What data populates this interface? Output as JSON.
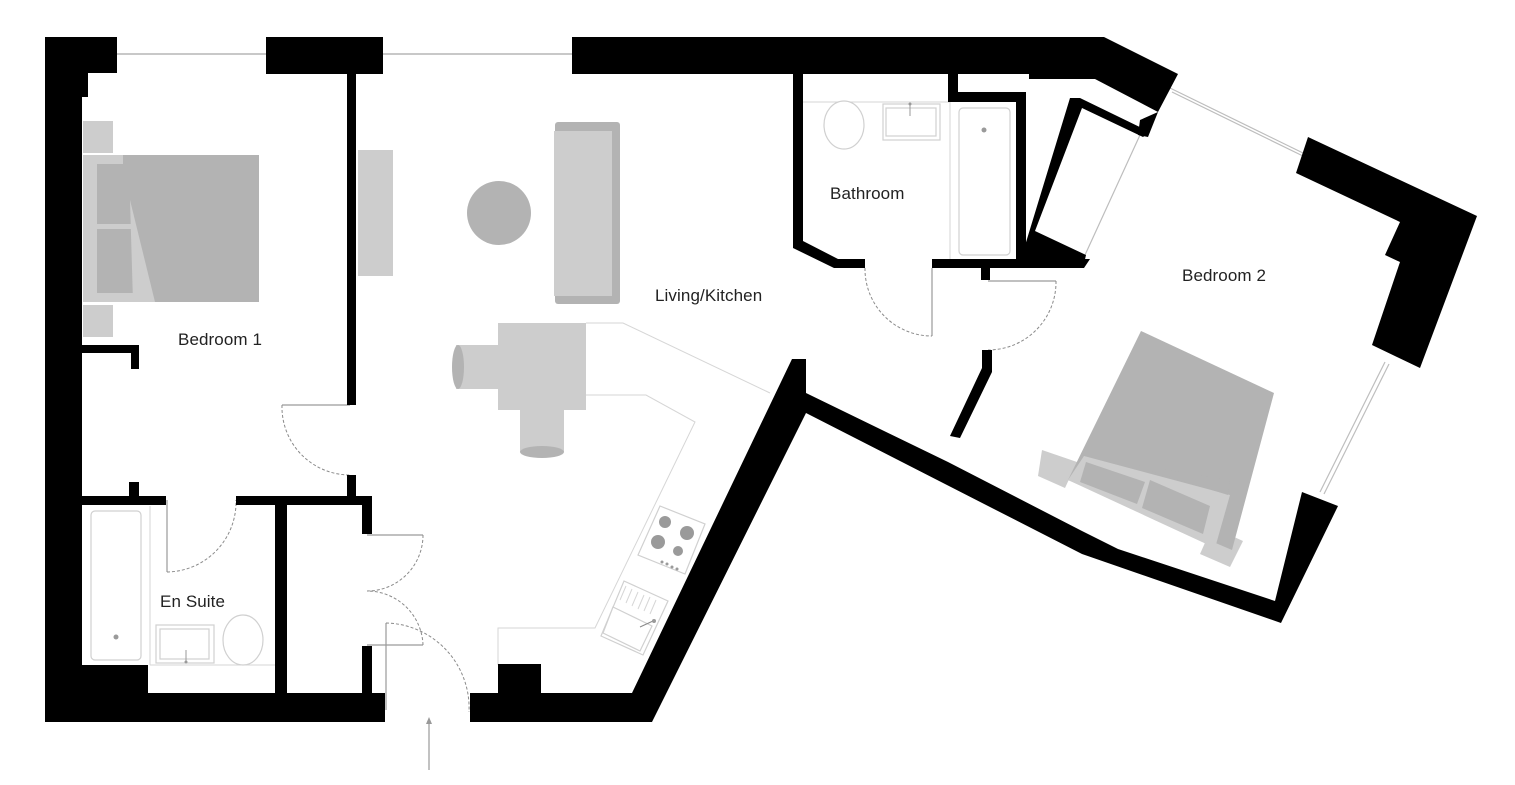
{
  "plan": {
    "rooms": [
      {
        "id": "bedroom-1",
        "label": "Bedroom 1"
      },
      {
        "id": "en-suite",
        "label": "En Suite"
      },
      {
        "id": "living-kitchen",
        "label": "Living/Kitchen"
      },
      {
        "id": "bathroom",
        "label": "Bathroom"
      },
      {
        "id": "bedroom-2",
        "label": "Bedroom 2"
      }
    ],
    "entrance": {
      "icon": "arrow-up-icon"
    }
  },
  "colors": {
    "wall": "#000000",
    "furniture_light": "#cdcdcd",
    "furniture_mid": "#b3b3b3",
    "fixture_outline": "#d0d0d0",
    "label_text": "#222222"
  }
}
